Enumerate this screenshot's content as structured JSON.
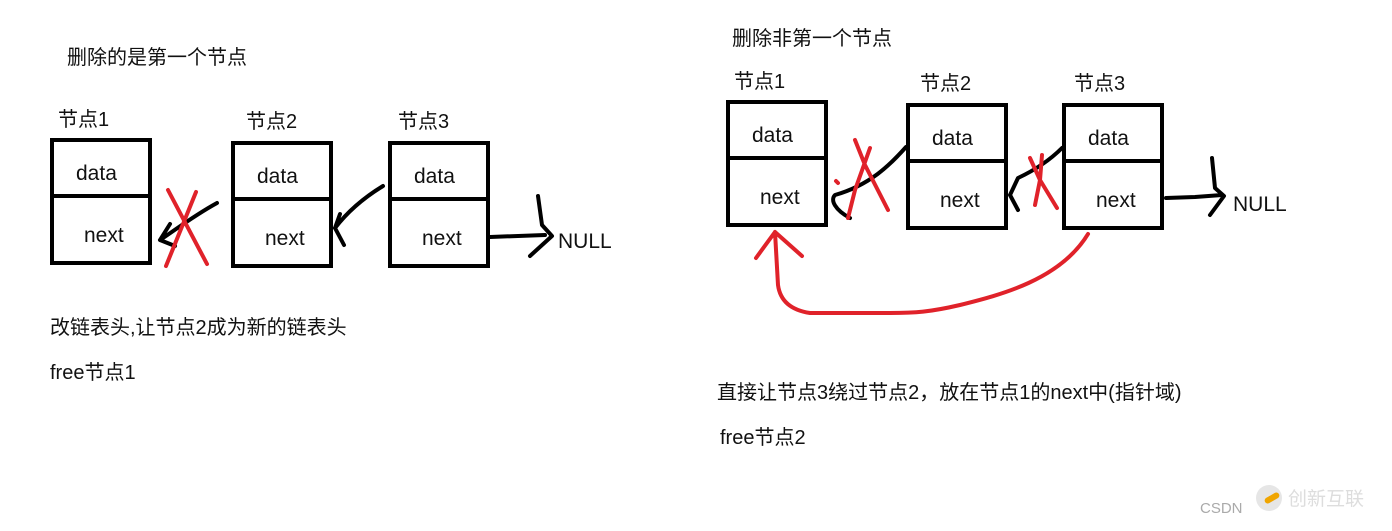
{
  "left": {
    "title": "删除的是第一个节点",
    "nodes": [
      {
        "label": "节点1",
        "data": "data",
        "next": "next"
      },
      {
        "label": "节点2",
        "data": "data",
        "next": "next"
      },
      {
        "label": "节点3",
        "data": "data",
        "next": "next"
      }
    ],
    "null_label": "NULL",
    "notes": [
      "改链表头,让节点2成为新的链表头",
      "free节点1"
    ]
  },
  "right": {
    "title": "删除非第一个节点",
    "nodes": [
      {
        "label": "节点1",
        "data": "data",
        "next": "next"
      },
      {
        "label": "节点2",
        "data": "data",
        "next": "next"
      },
      {
        "label": "节点3",
        "data": "data",
        "next": "next"
      }
    ],
    "null_label": "NULL",
    "notes": [
      "直接让节点3绕过节点2，放在节点1的next中(指针域)",
      "free节点2"
    ]
  },
  "watermark": {
    "csdn": "CSDN",
    "brand": "创新互联"
  },
  "colors": {
    "stroke": "#000000",
    "red": "#e0222a"
  }
}
